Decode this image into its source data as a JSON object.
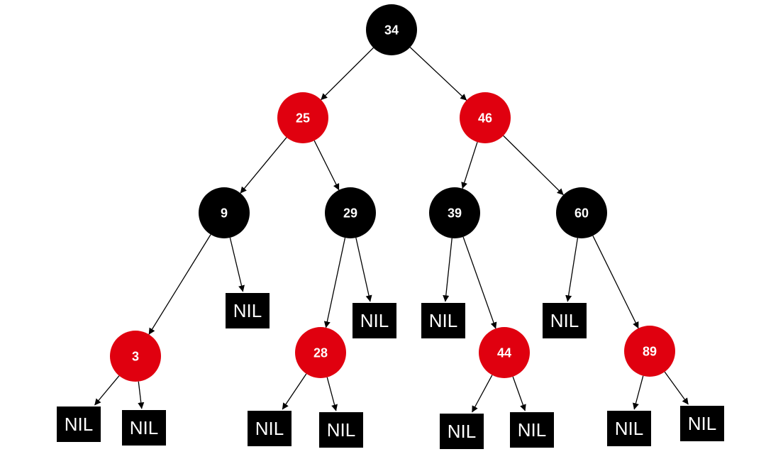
{
  "colors": {
    "black": "#000000",
    "red": "#e0000f",
    "text": "#ffffff"
  },
  "nodes": [
    {
      "id": "n34",
      "label": "34",
      "color": "black"
    },
    {
      "id": "n25",
      "label": "25",
      "color": "red"
    },
    {
      "id": "n46",
      "label": "46",
      "color": "red"
    },
    {
      "id": "n9",
      "label": "9",
      "color": "black"
    },
    {
      "id": "n29",
      "label": "29",
      "color": "black"
    },
    {
      "id": "n39",
      "label": "39",
      "color": "black"
    },
    {
      "id": "n60",
      "label": "60",
      "color": "black"
    },
    {
      "id": "n3",
      "label": "3",
      "color": "red"
    },
    {
      "id": "n28",
      "label": "28",
      "color": "red"
    },
    {
      "id": "n44",
      "label": "44",
      "color": "red"
    },
    {
      "id": "n89",
      "label": "89",
      "color": "red"
    }
  ],
  "nil_label": "NIL",
  "nil_leaves": [
    {
      "id": "nil-9-right"
    },
    {
      "id": "nil-29-right"
    },
    {
      "id": "nil-39-left"
    },
    {
      "id": "nil-60-left"
    },
    {
      "id": "nil-3-left"
    },
    {
      "id": "nil-3-right"
    },
    {
      "id": "nil-28-left"
    },
    {
      "id": "nil-28-right"
    },
    {
      "id": "nil-44-left"
    },
    {
      "id": "nil-44-right"
    },
    {
      "id": "nil-89-left"
    },
    {
      "id": "nil-89-right"
    }
  ],
  "edges": [
    {
      "from": "n34",
      "to": "n25"
    },
    {
      "from": "n34",
      "to": "n46"
    },
    {
      "from": "n25",
      "to": "n9"
    },
    {
      "from": "n25",
      "to": "n29"
    },
    {
      "from": "n46",
      "to": "n39"
    },
    {
      "from": "n46",
      "to": "n60"
    },
    {
      "from": "n9",
      "to": "n3"
    },
    {
      "from": "n9",
      "to": "nil-9-right"
    },
    {
      "from": "n29",
      "to": "n28"
    },
    {
      "from": "n29",
      "to": "nil-29-right"
    },
    {
      "from": "n39",
      "to": "nil-39-left"
    },
    {
      "from": "n39",
      "to": "n44"
    },
    {
      "from": "n60",
      "to": "nil-60-left"
    },
    {
      "from": "n60",
      "to": "n89"
    },
    {
      "from": "n3",
      "to": "nil-3-left"
    },
    {
      "from": "n3",
      "to": "nil-3-right"
    },
    {
      "from": "n28",
      "to": "nil-28-left"
    },
    {
      "from": "n28",
      "to": "nil-28-right"
    },
    {
      "from": "n44",
      "to": "nil-44-left"
    },
    {
      "from": "n44",
      "to": "nil-44-right"
    },
    {
      "from": "n89",
      "to": "nil-89-left"
    },
    {
      "from": "n89",
      "to": "nil-89-right"
    }
  ]
}
